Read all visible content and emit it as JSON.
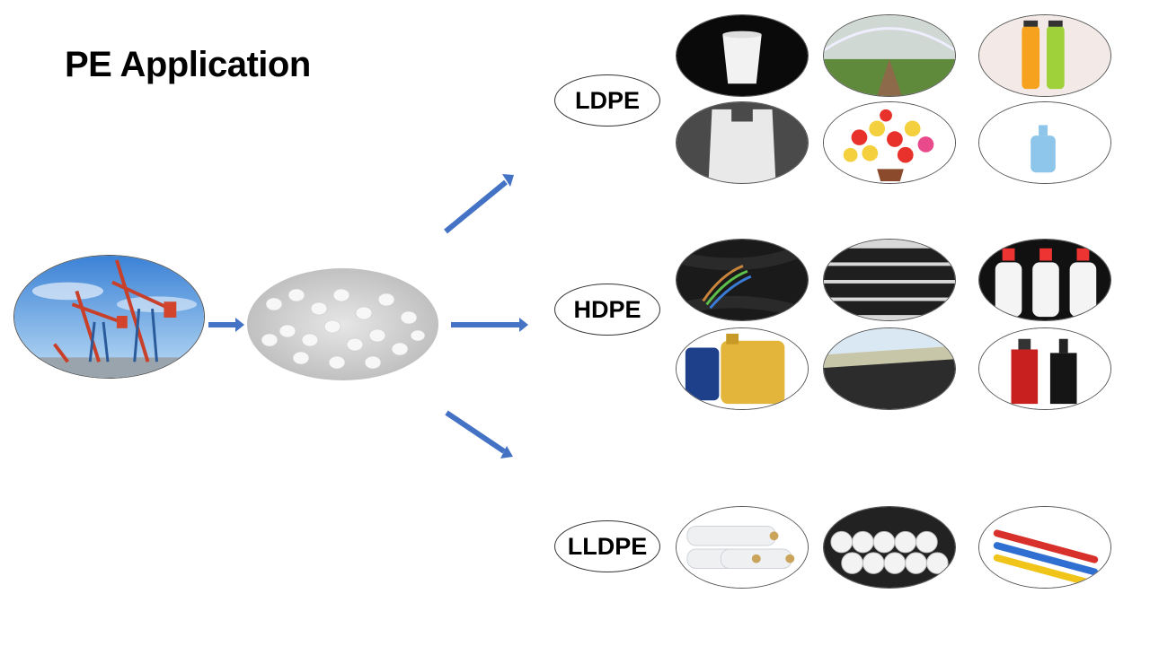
{
  "title": "PE Application",
  "categories": [
    {
      "key": "ldpe",
      "label": "LDPE",
      "images": [
        "paper-cup",
        "greenhouse-film",
        "juice-bottles",
        "plastic-bag",
        "artificial-flowers",
        "water-jug"
      ]
    },
    {
      "key": "hdpe",
      "label": "HDPE",
      "images": [
        "electric-cables",
        "black-pipes",
        "white-bottles",
        "oil-canisters",
        "geomembrane",
        "cosmetic-bottles"
      ]
    },
    {
      "key": "lldpe",
      "label": "LLDPE",
      "images": [
        "stretch-film-rolls",
        "hollow-tubes",
        "colored-wires"
      ]
    }
  ],
  "source_images": [
    "oil-pumpjacks",
    "pe-pellets"
  ],
  "colors": {
    "arrow": "#4472c4",
    "border": "#555555"
  }
}
